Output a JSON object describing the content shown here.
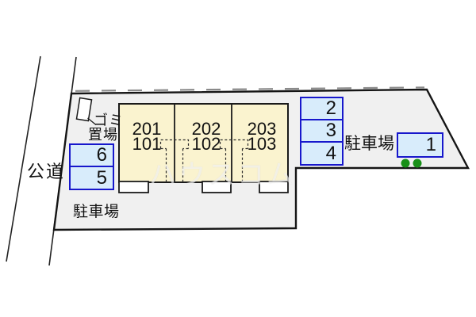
{
  "road": {
    "label": "公道"
  },
  "garbage_area": {
    "label_line1": "ゴミ",
    "label_line2": "置場"
  },
  "parking": {
    "label_left": "駐車場",
    "label_right": "駐車場",
    "spaces": [
      "1",
      "2",
      "3",
      "4",
      "5",
      "6"
    ]
  },
  "building": {
    "units": [
      {
        "upper": "201",
        "lower": "101"
      },
      {
        "upper": "202",
        "lower": "102"
      },
      {
        "upper": "203",
        "lower": "103"
      }
    ]
  },
  "watermark": "ハウスコム",
  "colors": {
    "land_fill": "#F0F0F0",
    "building_fill": "#FAF3CF",
    "space_fill": "#D8ECFB",
    "space_border": "#1717CC",
    "outline": "#1A1A1A",
    "plant_green": "#189018"
  }
}
